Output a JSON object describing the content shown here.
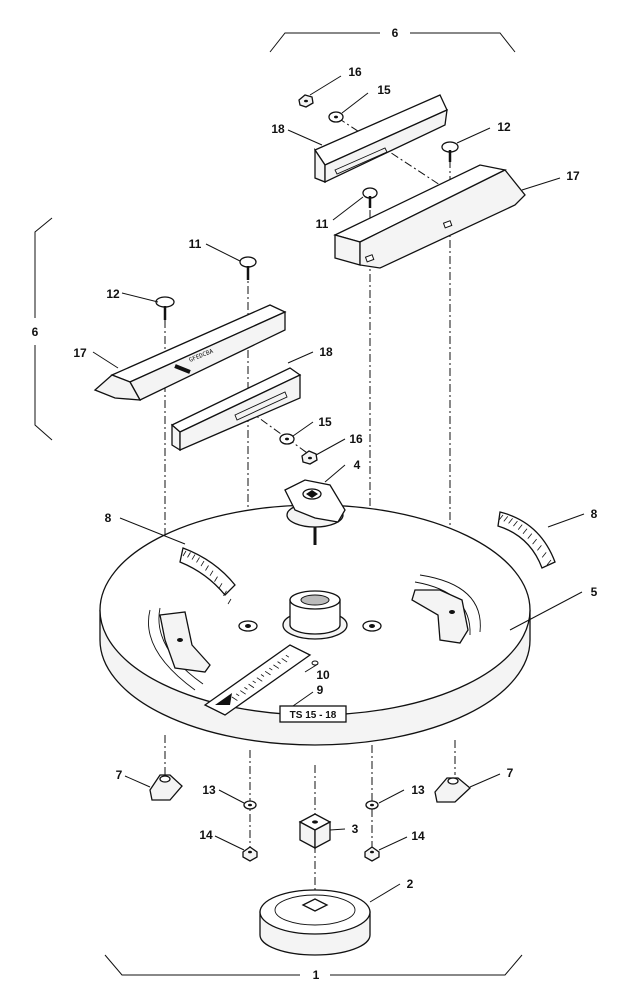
{
  "diagram": {
    "labels": {
      "l1": "1",
      "l2": "2",
      "l3": "3",
      "l4": "4",
      "l5": "5",
      "l6_top": "6",
      "l6_left": "6",
      "l7_left": "7",
      "l7_right": "7",
      "l8_left": "8",
      "l8_right": "8",
      "l9": "9",
      "l10": "10",
      "l11_top": "11",
      "l11_left": "11",
      "l12_top": "12",
      "l12_left": "12",
      "l13_left": "13",
      "l13_right": "13",
      "l14_left": "14",
      "l14_right": "14",
      "l15_top": "15",
      "l15_left": "15",
      "l16_top": "16",
      "l16_left": "16",
      "l17_top": "17",
      "l17_left": "17",
      "l18_top": "18",
      "l18_left": "18"
    },
    "plate_text": "TS 15 - 18",
    "fence_scale": "GFEDCBA"
  }
}
